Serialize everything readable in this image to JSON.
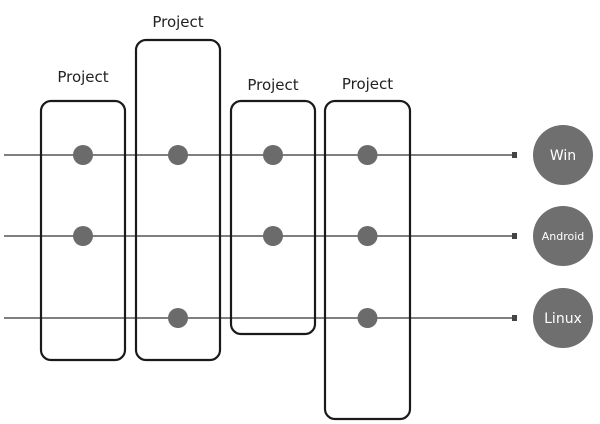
{
  "projects": [
    {
      "label": "Project"
    },
    {
      "label": "Project"
    },
    {
      "label": "Project"
    },
    {
      "label": "Project"
    }
  ],
  "platforms": [
    {
      "label": "Win"
    },
    {
      "label": "Android"
    },
    {
      "label": "Linux"
    }
  ],
  "membership": [
    [
      true,
      true,
      false
    ],
    [
      true,
      false,
      true
    ],
    [
      true,
      true,
      false
    ],
    [
      true,
      true,
      true
    ]
  ],
  "colors": {
    "node": "#6b6b6b",
    "platform": "#6f6f6f",
    "box_stroke": "#1a1a1a",
    "line": "#555555"
  }
}
